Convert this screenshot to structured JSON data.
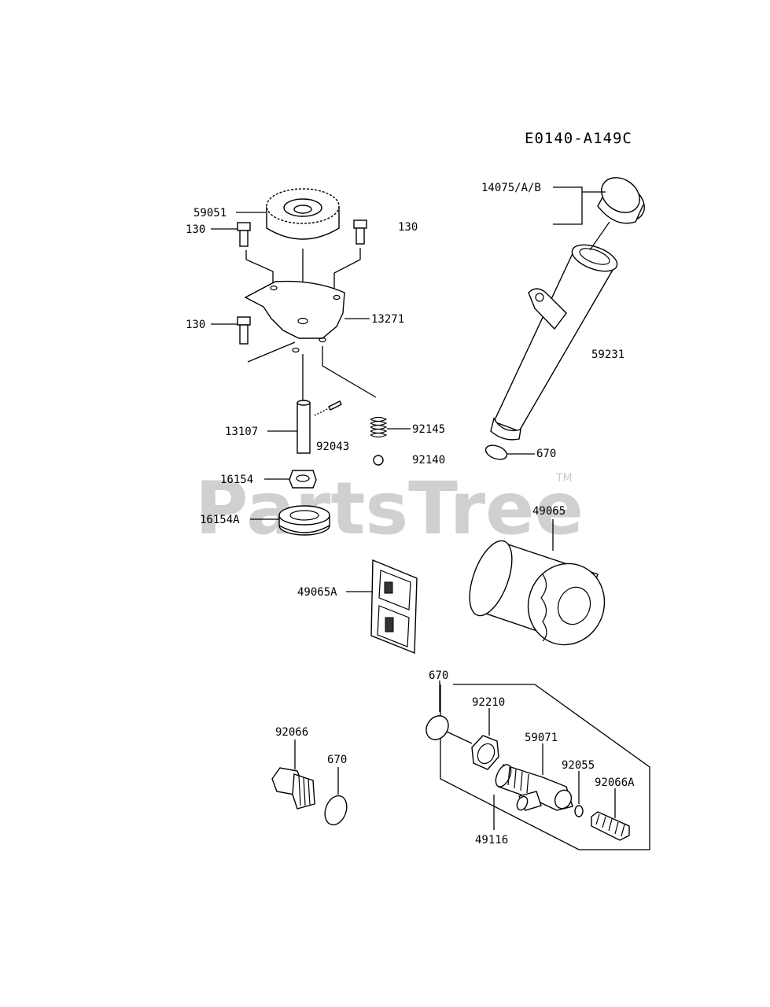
{
  "diagram_code": "E0140-A149C",
  "watermark": {
    "text": "PartsTree",
    "trademark": "TM"
  },
  "labels": {
    "p59051": "59051",
    "p130a": "130",
    "p130b": "130",
    "p130c": "130",
    "p13271": "13271",
    "p13107": "13107",
    "p92043": "92043",
    "p92145": "92145",
    "p92140": "92140",
    "p16154": "16154",
    "p16154A": "16154A",
    "p49065A": "49065A",
    "p14075": "14075/A/B",
    "p59231": "59231",
    "p670a": "670",
    "p49065": "49065",
    "p670b": "670",
    "p92210": "92210",
    "p59071": "59071",
    "p92055": "92055",
    "p92066A": "92066A",
    "p49116": "49116",
    "p92066": "92066",
    "p670c": "670"
  }
}
